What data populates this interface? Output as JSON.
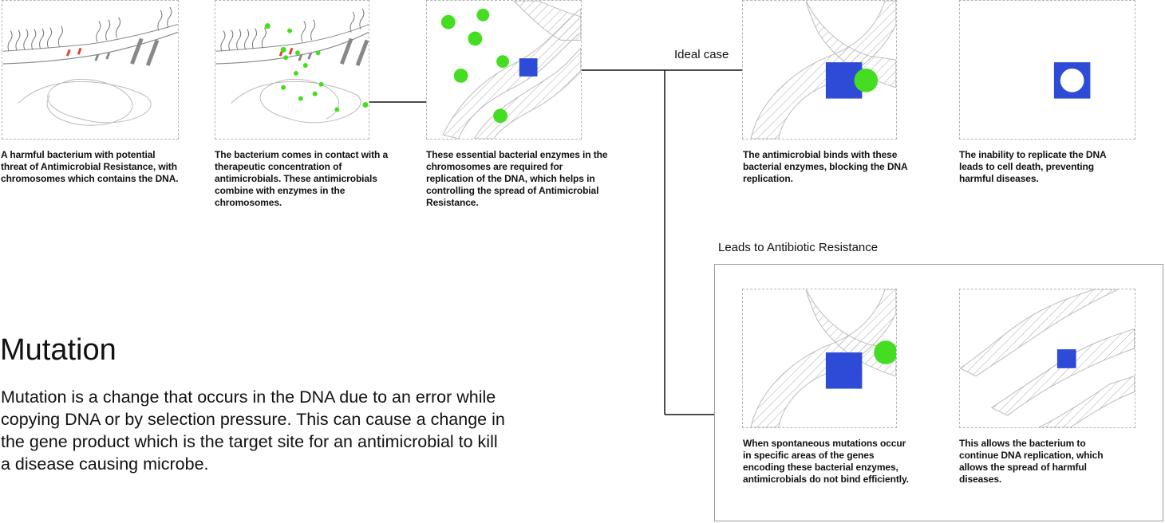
{
  "steps": [
    {
      "caption": "A harmful bacterium with potential threat of Antimicrobial Resistance, with chromosomes which contains the DNA."
    },
    {
      "caption": "The bacterium comes in contact with a therapeutic concentration of antimicrobials. These antimicrobials combine with enzymes in the chromosomes."
    },
    {
      "caption": "These essential bacterial enzymes in the chromosomes are required for replication of the DNA, which helps in controlling the spread of Antimicrobial Resistance."
    }
  ],
  "ideal_case": {
    "label": "Ideal case",
    "steps": [
      {
        "caption": "The antimicrobial binds with these bacterial enzymes, blocking the DNA replication."
      },
      {
        "caption": "The inability to replicate the DNA leads to cell death, preventing harmful diseases."
      }
    ]
  },
  "resistance": {
    "label": "Leads to Antibiotic Resistance",
    "steps": [
      {
        "caption": "When spontaneous mutations occur in specific areas of the genes encoding these bacterial enzymes, antimicrobials do not bind efficiently."
      },
      {
        "caption": "This allows the bacterium to continue DNA replication, which allows the spread of harmful diseases."
      }
    ]
  },
  "mutation": {
    "title": "Mutation",
    "body": "Mutation is a change that occurs in the DNA due to an error while copying DNA or by selection pressure. This can cause a change in the gene product which is the target site for an antimicrobial to kill a disease causing  microbe."
  },
  "colors": {
    "enzyme": "#2e4bd8",
    "antimicrobial": "#44dd22",
    "mutation_marker": "#e0403a",
    "dna_line": "#9a9a9a"
  }
}
